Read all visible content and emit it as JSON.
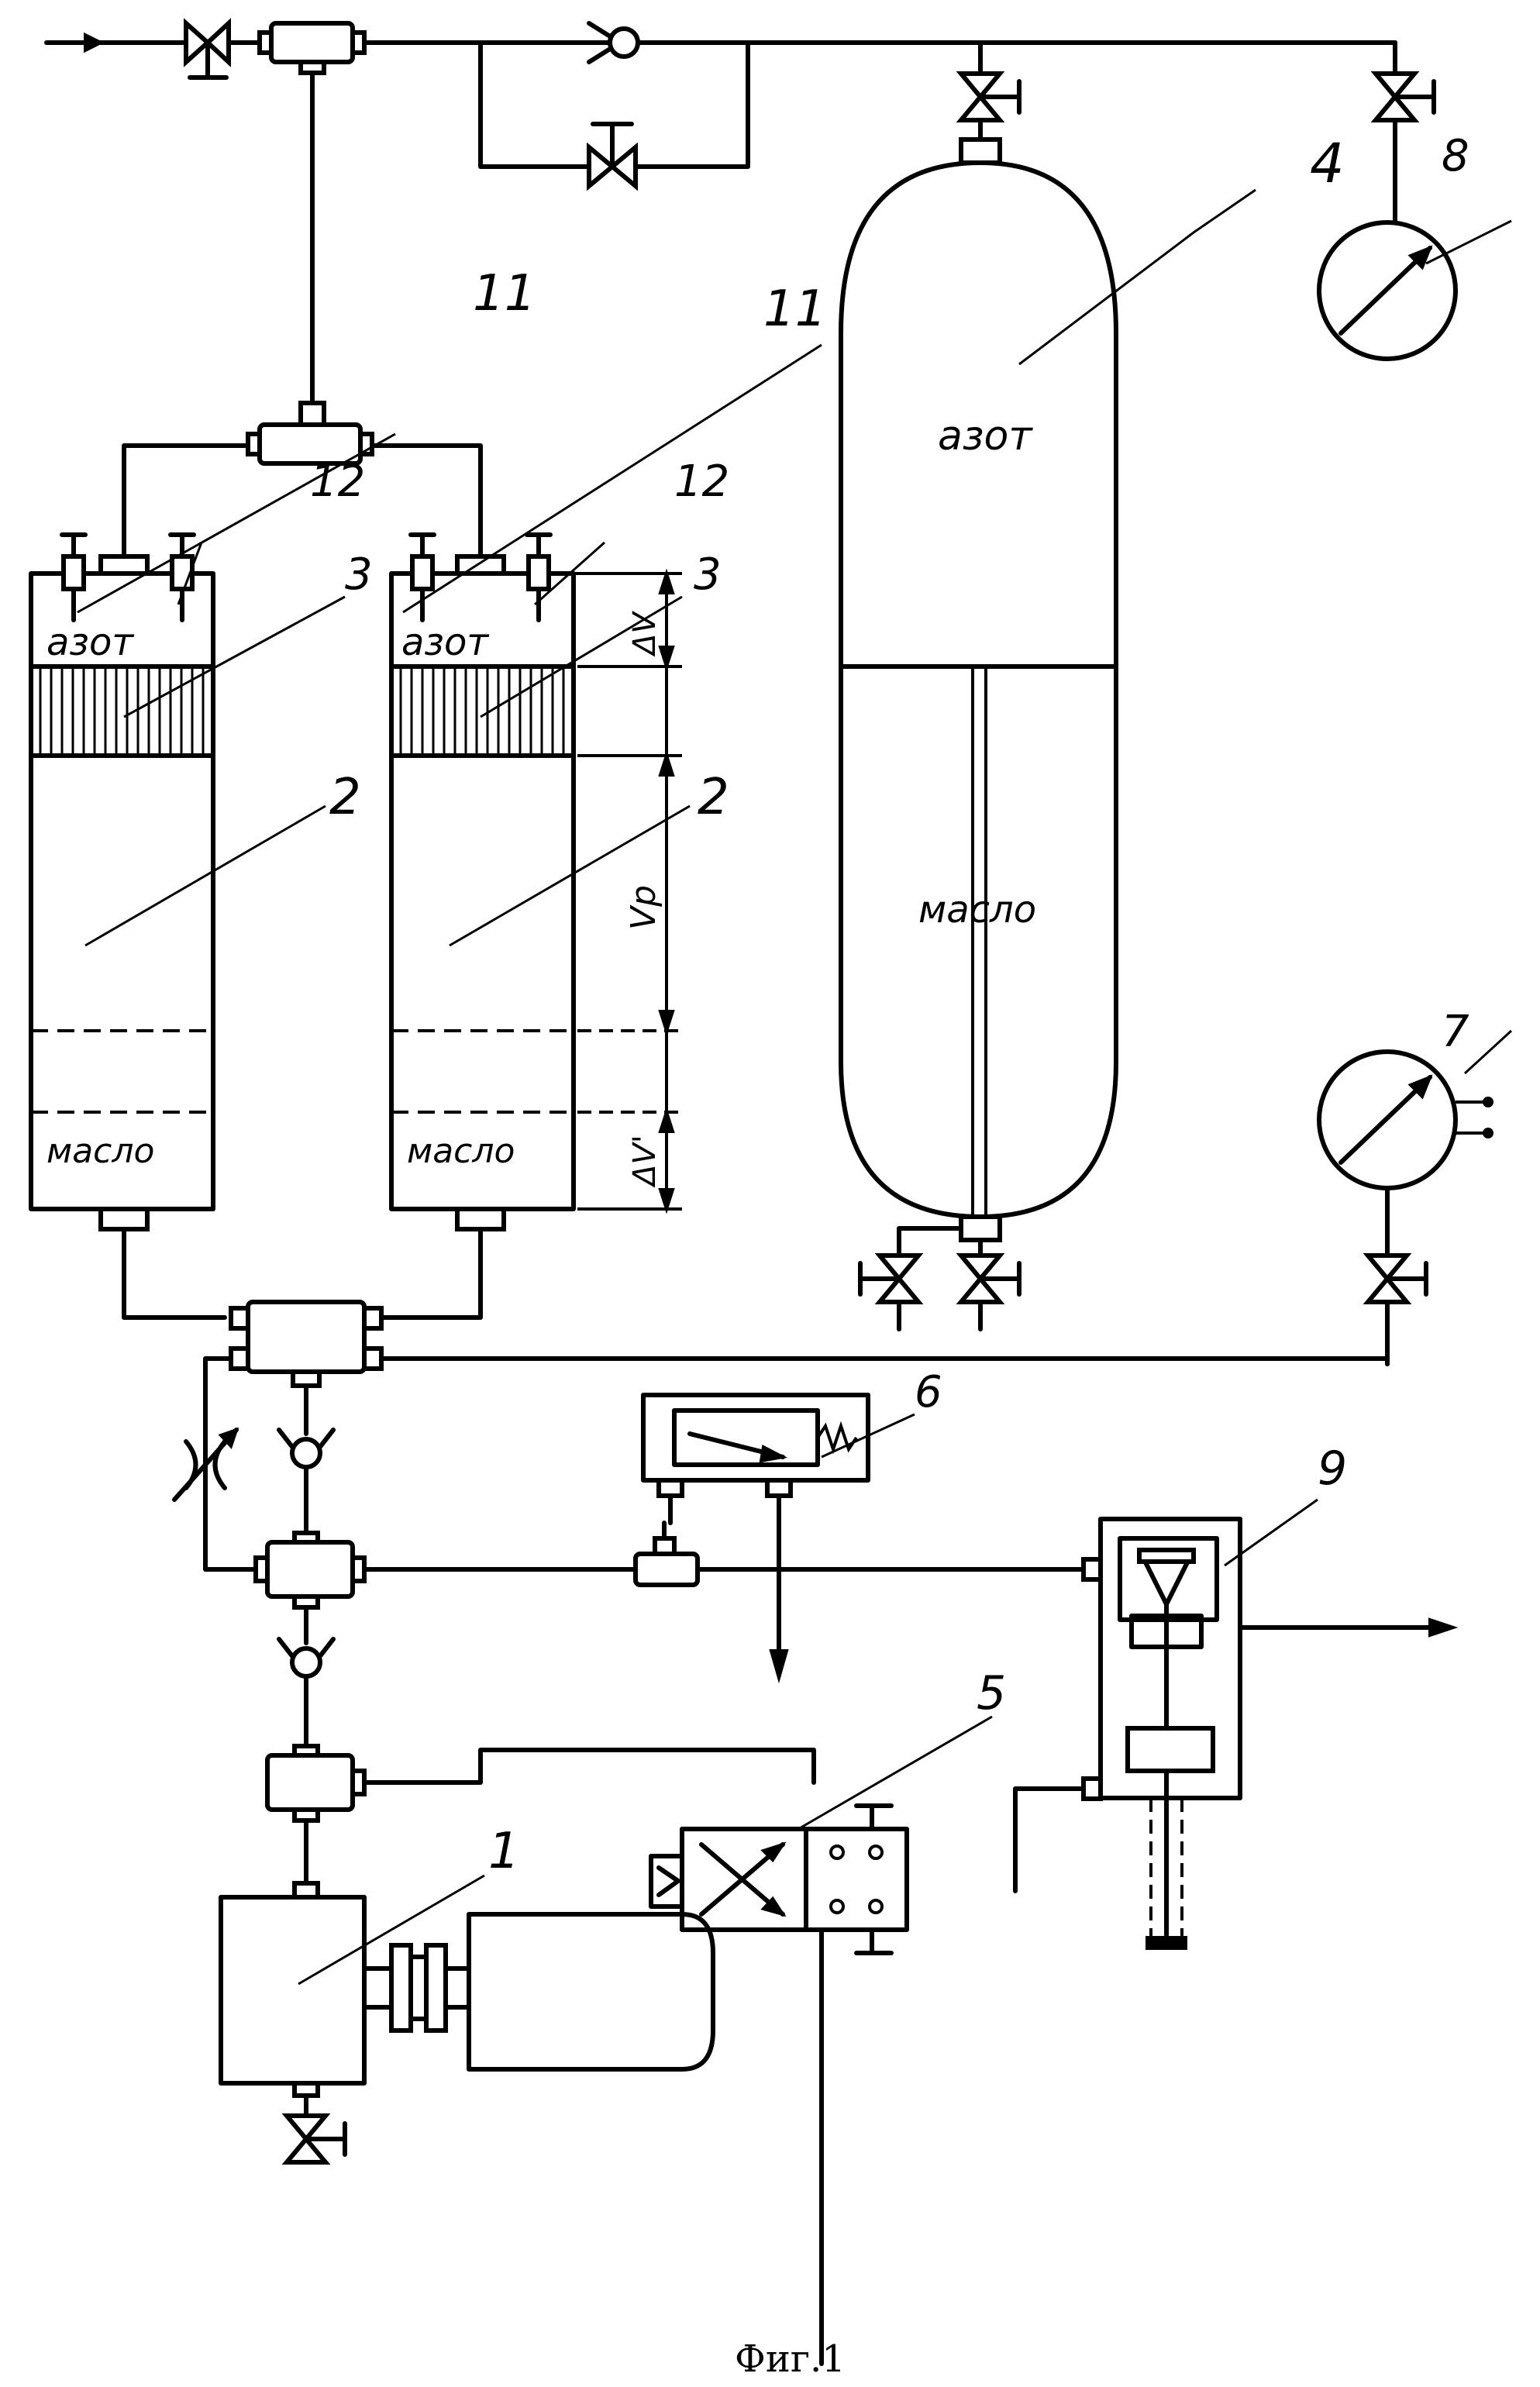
{
  "figure": {
    "caption": "Фиг.1"
  },
  "labels": {
    "nitrogen": "азот",
    "oil": "масло"
  },
  "numbers": {
    "n1": "1",
    "n2": "2",
    "n3": "3",
    "n4": "4",
    "n5": "5",
    "n6": "6",
    "n7": "7",
    "n8": "8",
    "n9": "9",
    "n11": "11",
    "n12": "12"
  },
  "dimensions": {
    "delta_v": "ΔV",
    "v_p": "Vp",
    "delta_v_prime": "ΔV'"
  }
}
